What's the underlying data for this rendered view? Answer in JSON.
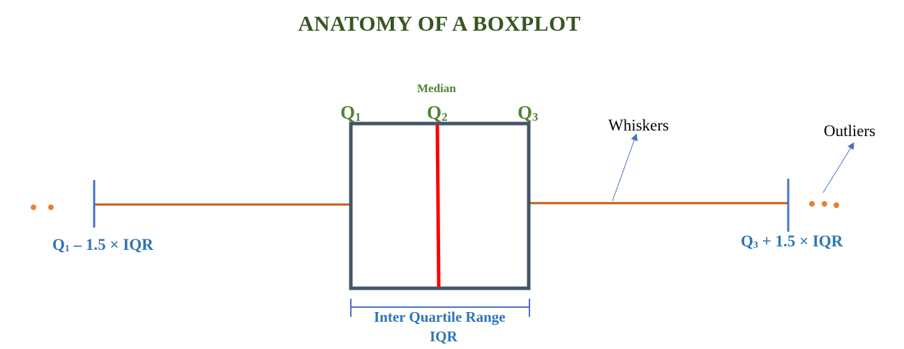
{
  "title": "ANATOMY OF A BOXPLOT",
  "labels": {
    "median": "Median",
    "q1": {
      "letter": "Q",
      "sub": "1"
    },
    "q2": {
      "letter": "Q",
      "sub": "2"
    },
    "q3": {
      "letter": "Q",
      "sub": "3"
    },
    "lower_fence": {
      "q": "Q",
      "sub": "1",
      "rest": " – 1.5 × IQR"
    },
    "upper_fence": {
      "q": "Q",
      "sub": "3",
      "rest": " + 1.5 × IQR"
    },
    "whiskers": "Whiskers",
    "outliers": "Outliers",
    "iqr_line1": "Inter Quartile Range",
    "iqr_line2": "IQR"
  },
  "colors": {
    "title": "#375623",
    "quartile_labels": "#548235",
    "fence_labels": "#2e75b6",
    "box": "#44546a",
    "median_line": "#ff0000",
    "whisker_line": "#c55a11",
    "outlier_dots": "#ed7d31",
    "arrows": "#4472c4"
  },
  "outliers": {
    "left_count": 2,
    "right_count": 3
  }
}
